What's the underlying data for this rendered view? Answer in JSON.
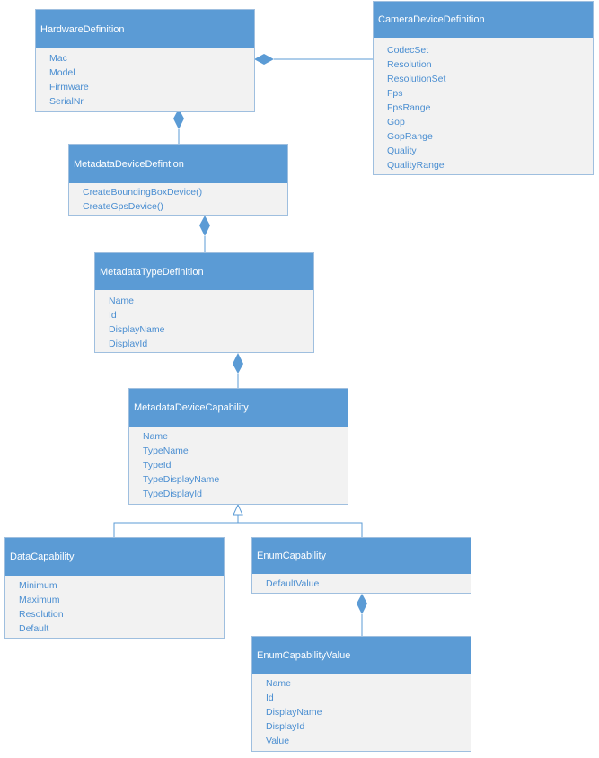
{
  "classes": {
    "hardware": {
      "title": "HardwareDefinition",
      "rows": [
        "Mac",
        "Model",
        "Firmware",
        "SerialNr"
      ]
    },
    "camera": {
      "title": "CameraDeviceDefinition",
      "rows": [
        "CodecSet",
        "Resolution",
        "ResolutionSet",
        "Fps",
        "FpsRange",
        "Gop",
        "GopRange",
        "Quality",
        "QualityRange"
      ]
    },
    "metadata_device": {
      "title": "MetadataDeviceDefintion",
      "rows": [
        "CreateBoundingBoxDevice()",
        "CreateGpsDevice()"
      ]
    },
    "metadata_type": {
      "title": "MetadataTypeDefinition",
      "rows": [
        "Name",
        "Id",
        "DisplayName",
        "DisplayId"
      ]
    },
    "capability": {
      "title": "MetadataDeviceCapability",
      "rows": [
        "Name",
        "TypeName",
        "TypeId",
        "TypeDisplayName",
        "TypeDisplayId"
      ]
    },
    "data_capability": {
      "title": "DataCapability",
      "rows": [
        "Minimum",
        "Maximum",
        "Resolution",
        "Default"
      ]
    },
    "enum_capability": {
      "title": "EnumCapability",
      "rows": [
        "DefaultValue"
      ]
    },
    "enum_value": {
      "title": "EnumCapabilityValue",
      "rows": [
        "Name",
        "Id",
        "DisplayName",
        "DisplayId",
        "Value"
      ]
    }
  },
  "connectors": [
    {
      "from": "hardware",
      "to": "camera",
      "kind": "composition"
    },
    {
      "from": "hardware",
      "to": "metadata_device",
      "kind": "composition"
    },
    {
      "from": "metadata_device",
      "to": "metadata_type",
      "kind": "composition"
    },
    {
      "from": "metadata_type",
      "to": "capability",
      "kind": "composition"
    },
    {
      "from": "data_capability",
      "to": "capability",
      "kind": "generalization"
    },
    {
      "from": "enum_capability",
      "to": "capability",
      "kind": "generalization"
    },
    {
      "from": "enum_capability",
      "to": "enum_value",
      "kind": "composition"
    }
  ],
  "colors": {
    "header": "#5b9bd5",
    "body": "#f2f2f2",
    "text": "#4a8ed1",
    "line": "#5b9bd5"
  }
}
